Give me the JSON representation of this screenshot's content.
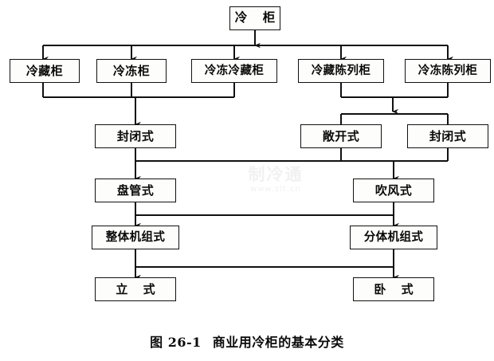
{
  "figure": {
    "caption_number": "图 26-1",
    "caption_title": "商业用冷柜的基本分类",
    "watermark_main": "制冷通",
    "watermark_sub": "www.zlt.cn"
  },
  "diagram": {
    "type": "tree-flowchart",
    "orientation": "top-down",
    "root": {
      "id": "root",
      "label": "冷 柜"
    },
    "levels": [
      {
        "level": 1,
        "nodes": [
          {
            "id": "n1",
            "label": "冷藏柜"
          },
          {
            "id": "n2",
            "label": "冷冻柜"
          },
          {
            "id": "n3",
            "label": "冷冻冷藏柜"
          },
          {
            "id": "n4",
            "label": "冷藏陈列柜"
          },
          {
            "id": "n5",
            "label": "冷冻陈列柜"
          }
        ]
      },
      {
        "level": 2,
        "nodes": [
          {
            "id": "n6",
            "label": "封闭式"
          },
          {
            "id": "n7",
            "label": "敞开式"
          },
          {
            "id": "n8",
            "label": "封闭式"
          }
        ]
      },
      {
        "level": 3,
        "nodes": [
          {
            "id": "n9",
            "label": "盘管式"
          },
          {
            "id": "n10",
            "label": "吹风式"
          }
        ]
      },
      {
        "level": 4,
        "nodes": [
          {
            "id": "n11",
            "label": "整体机组式"
          },
          {
            "id": "n12",
            "label": "分体机组式"
          }
        ]
      },
      {
        "level": 5,
        "nodes": [
          {
            "id": "n13",
            "label": "立 式"
          },
          {
            "id": "n14",
            "label": "卧 式"
          }
        ]
      }
    ],
    "edges": [
      {
        "from": "root",
        "to": [
          "n1",
          "n2",
          "n3",
          "n4",
          "n5"
        ]
      },
      {
        "from": [
          "n1",
          "n2",
          "n3"
        ],
        "to": "n6"
      },
      {
        "from": [
          "n4",
          "n5"
        ],
        "to": [
          "n7",
          "n8"
        ]
      },
      {
        "from": [
          "n6",
          "n7",
          "n8"
        ],
        "to": [
          "n9",
          "n10"
        ]
      },
      {
        "from": [
          "n9",
          "n10"
        ],
        "to": [
          "n11",
          "n12"
        ]
      },
      {
        "from": [
          "n11",
          "n12"
        ],
        "to": [
          "n13",
          "n14"
        ]
      }
    ],
    "colors": {
      "line": "#111111",
      "box_border": "#111111",
      "box_fill": "#fdfdfb",
      "text": "#0a0a0a",
      "background": "#ffffff"
    }
  }
}
